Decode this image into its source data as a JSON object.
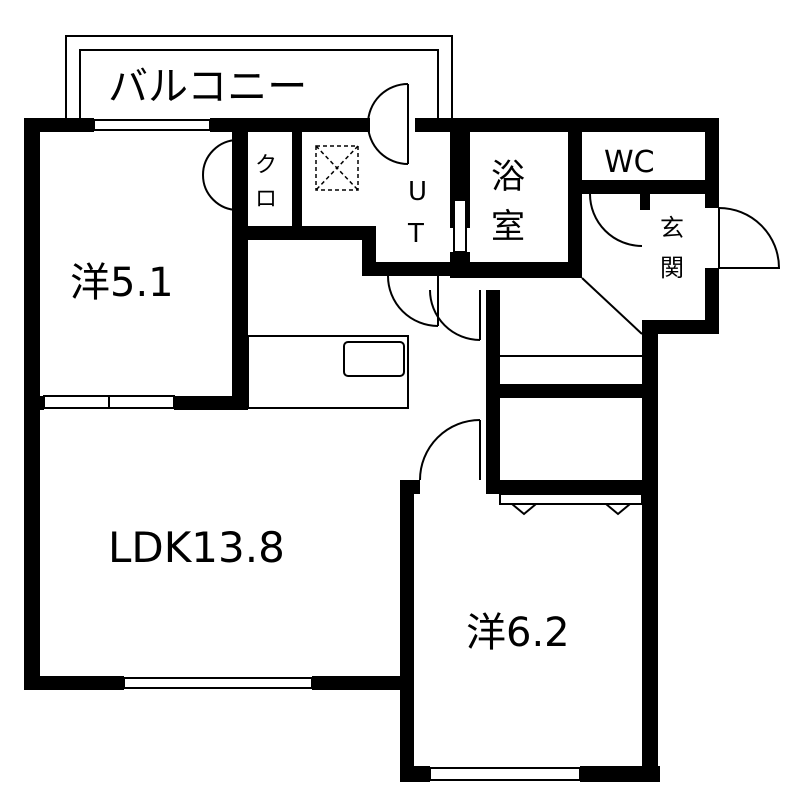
{
  "labels": {
    "balcony": "バルコニー",
    "closet": [
      "ク",
      "ロ"
    ],
    "ut": [
      "U",
      "T"
    ],
    "bath": [
      "浴",
      "室"
    ],
    "wc": "WC",
    "entrance": [
      "玄",
      "関"
    ],
    "room1": "洋5.1",
    "ldk": "LDK13.8",
    "room2": "洋6.2"
  },
  "colors": {
    "wall": "#000000",
    "background": "#ffffff",
    "line": "#000000"
  }
}
